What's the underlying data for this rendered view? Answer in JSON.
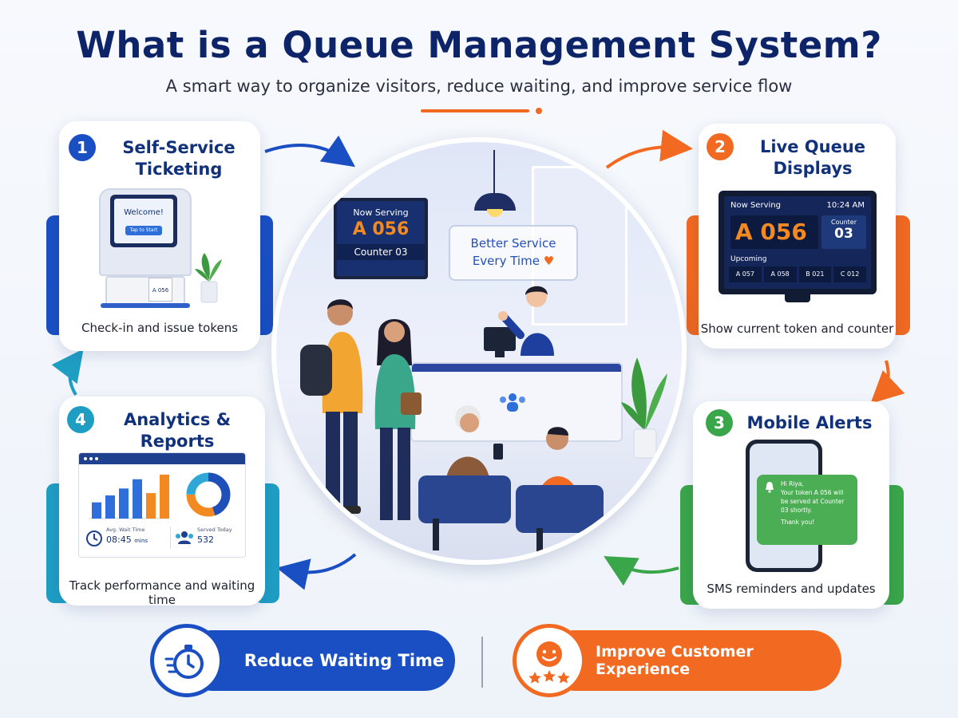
{
  "header": {
    "title": "What is a Queue Management System?",
    "subtitle": "A smart way to organize visitors, reduce waiting, and improve service flow"
  },
  "cards": [
    {
      "number": "1",
      "title": "Self-Service\nTicketing",
      "caption": "Check-in and issue tokens",
      "color": "#1a4fc4"
    },
    {
      "number": "2",
      "title": "Live Queue\nDisplays",
      "caption": "Show current token and counter",
      "color": "#f26a21"
    },
    {
      "number": "3",
      "title": "Mobile Alerts",
      "caption": "SMS reminders and updates",
      "color": "#3aa64a"
    },
    {
      "number": "4",
      "title": "Analytics &\nReports",
      "caption": "Track performance and waiting time",
      "color": "#1f9ec4"
    }
  ],
  "kiosk": {
    "welcome": "Welcome!",
    "tap": "Tap to Start",
    "ticket": "A 056"
  },
  "display": {
    "now_serving": "Now Serving",
    "time": "10:24 AM",
    "token": "A 056",
    "counter_label": "Counter",
    "counter_number": "03",
    "upcoming_label": "Upcoming",
    "upcoming": [
      "A 057",
      "A 058",
      "B 021",
      "C 012"
    ]
  },
  "mobile": {
    "greeting": "Hi Riya,",
    "message": "Your token A 056 will be served at Counter 03 shortly.",
    "thanks": "Thank you!"
  },
  "analytics": {
    "bars": [
      0.35,
      0.5,
      0.65,
      0.85,
      0.55,
      0.95
    ],
    "bar_colors": [
      "#2f6fdc",
      "#2f6fdc",
      "#2f6fdc",
      "#2f6fdc",
      "#f28a21",
      "#f28a21"
    ],
    "donut": [
      {
        "share": 0.45,
        "color": "#1f4fb8"
      },
      {
        "share": 0.3,
        "color": "#f28a21"
      },
      {
        "share": 0.25,
        "color": "#2fa8d8"
      }
    ],
    "wait_label": "Avg. Wait Time",
    "wait_value": "08:45",
    "wait_unit": "mins",
    "served_label": "Served Today",
    "served_value": "532"
  },
  "scene": {
    "monitor_serving": "Now Serving",
    "monitor_token": "A 056",
    "monitor_counter": "Counter 03",
    "sign_line1": "Better Service",
    "sign_line2": "Every Time"
  },
  "benefits": [
    {
      "label": "Reduce Waiting Time",
      "color": "#1a4fc4"
    },
    {
      "label": "Improve Customer Experience",
      "color": "#f26a21"
    }
  ],
  "colors": {
    "navy": "#0d2568",
    "blue": "#1a4fc4",
    "orange": "#f26a21",
    "green": "#3aa64a",
    "teal": "#1f9ec4"
  }
}
